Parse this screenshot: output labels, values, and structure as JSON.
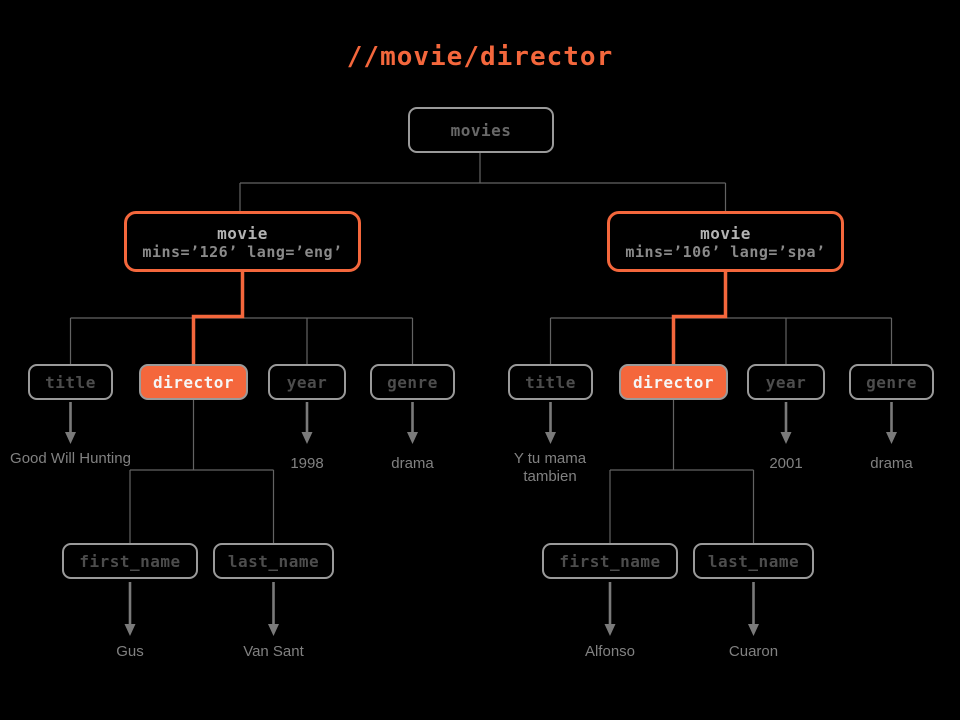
{
  "title": "//movie/director",
  "colors": {
    "background": "#000000",
    "accent_orange": "#f4673c",
    "box_border_gray": "#9a9a9a",
    "node_label_gray": "#4d4d4d",
    "movie_label_gray": "#b3b3b3",
    "movie_attr_gray": "#8a8a8a",
    "value_text_gray": "#818181",
    "connector_gray": "#636363",
    "director_text": "#f6f6f6"
  },
  "tree": {
    "root": {
      "label": "movies"
    },
    "movies": [
      {
        "label": "movie",
        "attributes": "mins=’126’ lang=’eng’",
        "title": {
          "label": "title",
          "value": "Good Will Hunting"
        },
        "director": {
          "label": "director",
          "first_name": {
            "label": "first_name",
            "value": "Gus"
          },
          "last_name": {
            "label": "last_name",
            "value": "Van Sant"
          }
        },
        "year": {
          "label": "year",
          "value": "1998"
        },
        "genre": {
          "label": "genre",
          "value": "drama"
        }
      },
      {
        "label": "movie",
        "attributes": "mins=’106’ lang=’spa’",
        "title": {
          "label": "title",
          "value": "Y tu mama tambien"
        },
        "director": {
          "label": "director",
          "first_name": {
            "label": "first_name",
            "value": "Alfonso"
          },
          "last_name": {
            "label": "last_name",
            "value": "Cuaron"
          }
        },
        "year": {
          "label": "year",
          "value": "2001"
        },
        "genre": {
          "label": "genre",
          "value": "drama"
        }
      }
    ]
  }
}
